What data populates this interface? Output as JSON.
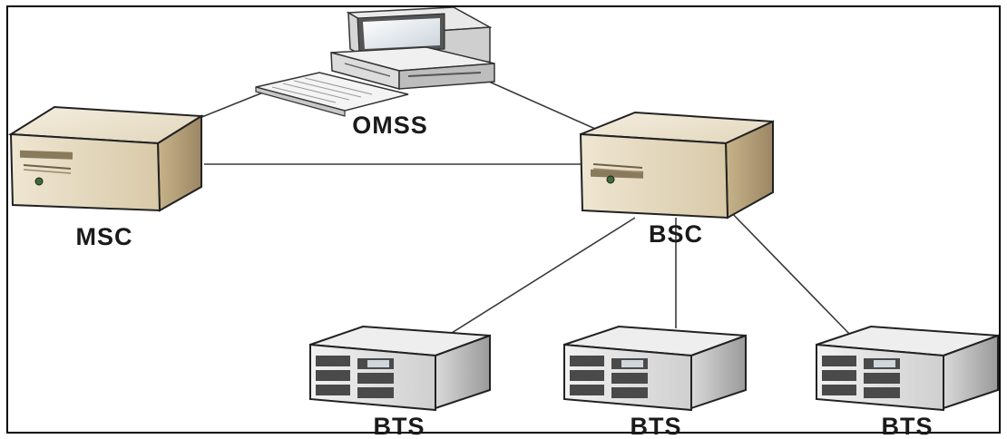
{
  "diagram": {
    "nodes": [
      {
        "id": "omss",
        "label": "OMSS",
        "icon": "computer-workstation-icon"
      },
      {
        "id": "msc",
        "label": "MSC",
        "icon": "server-tower-icon"
      },
      {
        "id": "bsc",
        "label": "BSC",
        "icon": "server-tower-icon"
      },
      {
        "id": "bts1",
        "label": "BTS",
        "icon": "base-station-rack-icon"
      },
      {
        "id": "bts2",
        "label": "BTS",
        "icon": "base-station-rack-icon"
      },
      {
        "id": "bts3",
        "label": "BTS",
        "icon": "base-station-rack-icon"
      }
    ],
    "edges": [
      {
        "from": "omss",
        "to": "msc"
      },
      {
        "from": "omss",
        "to": "bsc"
      },
      {
        "from": "msc",
        "to": "bsc"
      },
      {
        "from": "bsc",
        "to": "bts1"
      },
      {
        "from": "bsc",
        "to": "bts2"
      },
      {
        "from": "bsc",
        "to": "bts3"
      }
    ]
  }
}
